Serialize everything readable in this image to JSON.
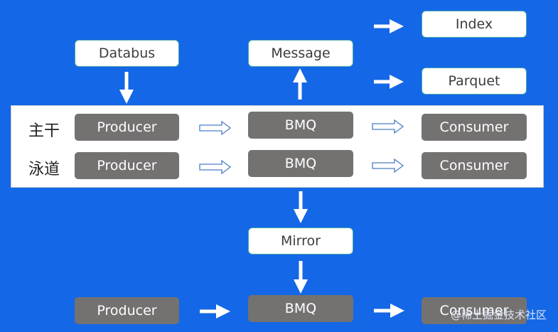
{
  "nodes": {
    "databus": "Databus",
    "message": "Message",
    "index": "Index",
    "parquet": "Parquet",
    "mirror": "Mirror",
    "producer": "Producer",
    "bmq": "BMQ",
    "consumer": "Consumer"
  },
  "rows": {
    "trunk": "主干",
    "lane": "泳道"
  },
  "watermark": "@稀土掘金技术社区",
  "colors": {
    "background": "#1467e6",
    "gray_box": "#747171",
    "white_box": "#ffffff",
    "box_border": "#4aa8a8"
  }
}
